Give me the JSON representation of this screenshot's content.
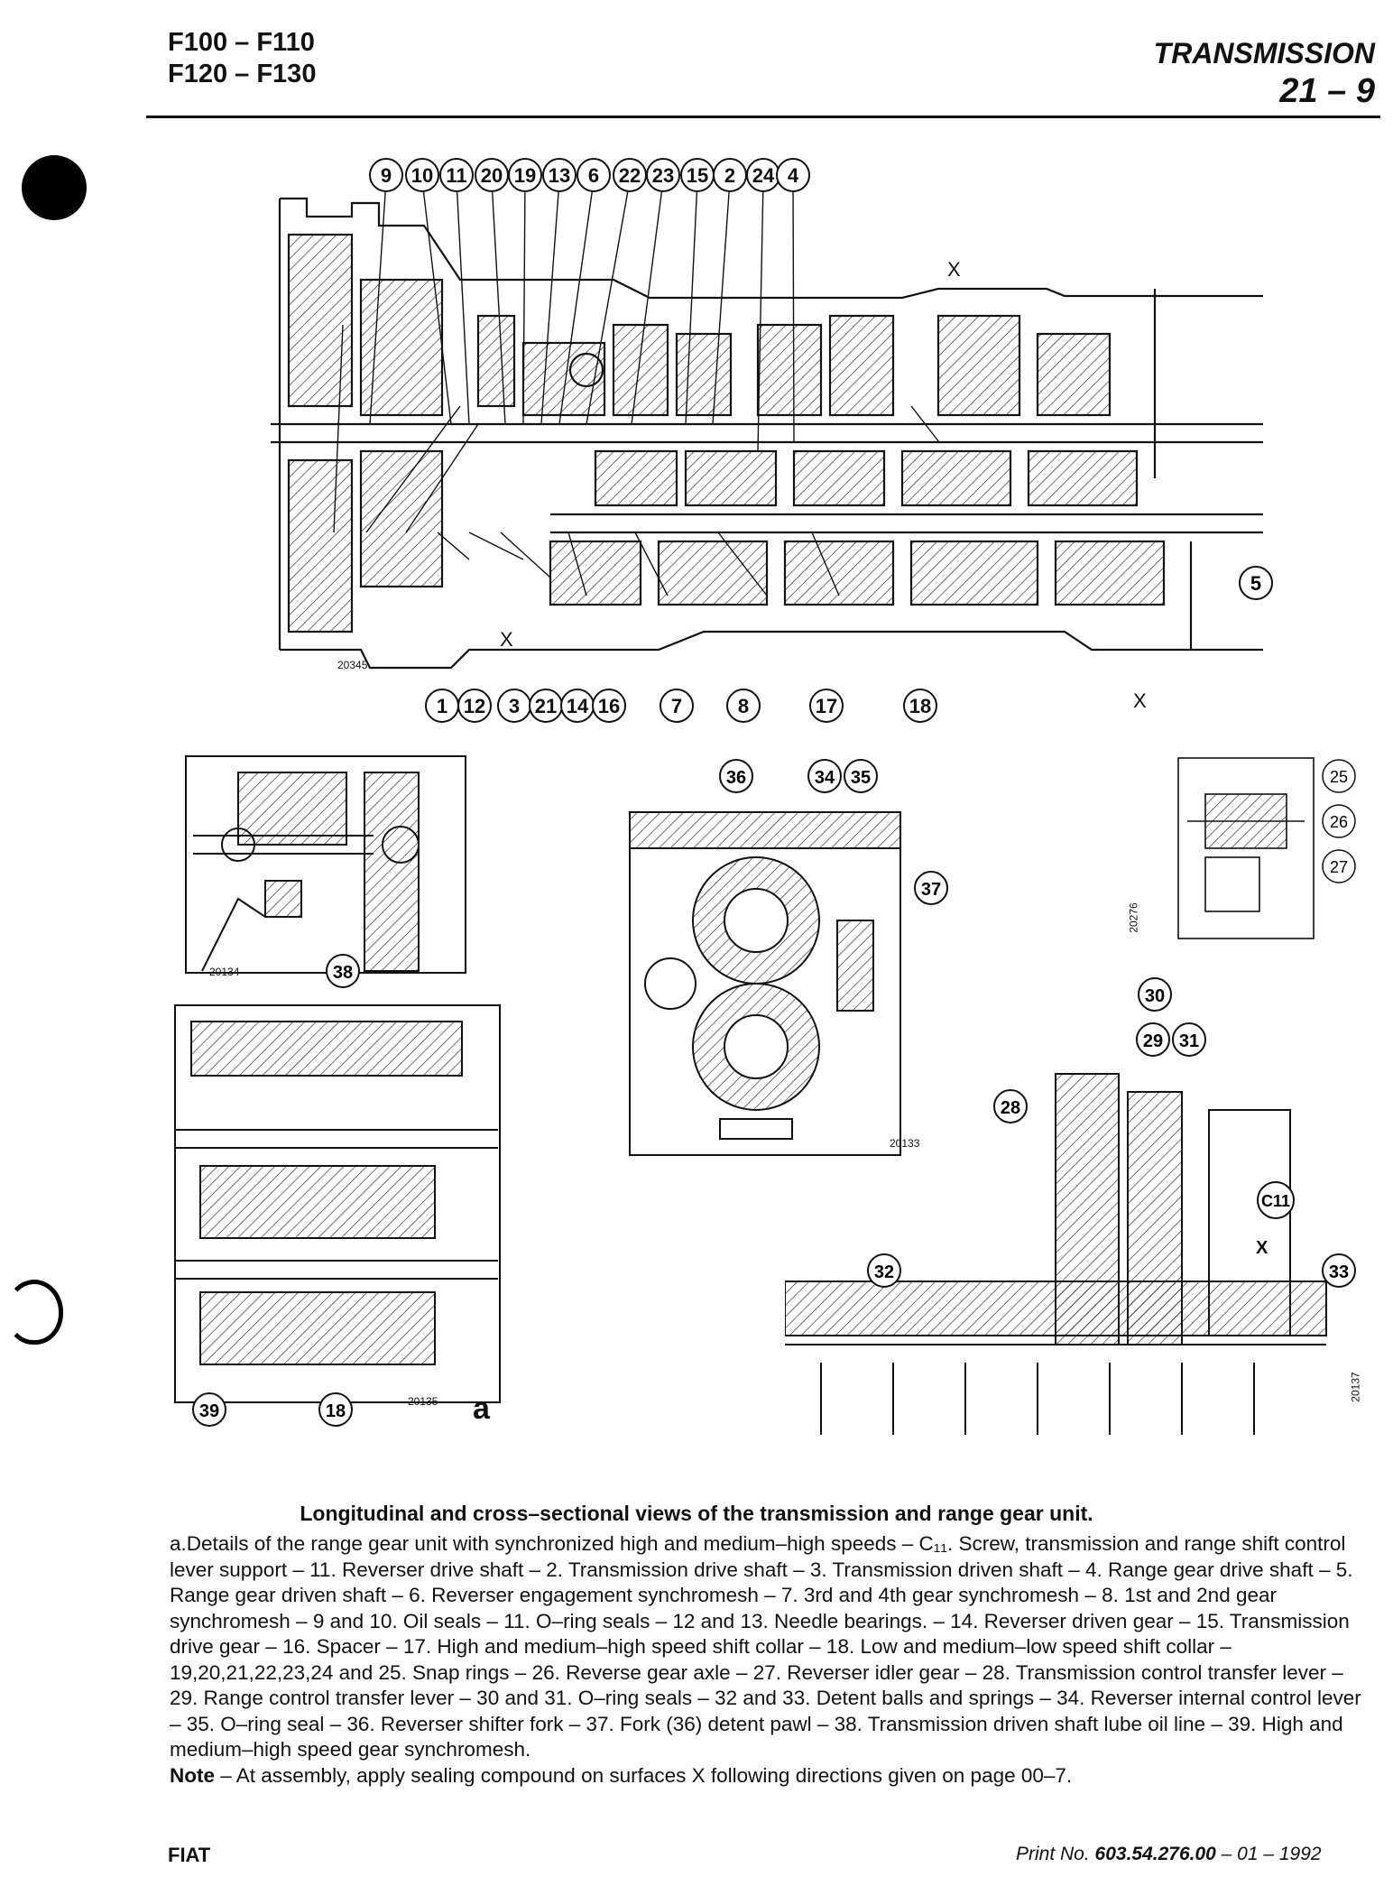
{
  "header": {
    "models_line1": "F100 – F110",
    "models_line2": "F120 – F130",
    "section": "TRANSMISSION",
    "page": "21 – 9"
  },
  "main_view": {
    "top_callouts": [
      "9",
      "10",
      "11",
      "20",
      "19",
      "13",
      "6",
      "22",
      "23",
      "15",
      "2",
      "24",
      "4"
    ],
    "bottom_callouts": [
      "1",
      "12",
      "3",
      "21",
      "14",
      "16",
      "7",
      "8",
      "17",
      "18"
    ],
    "side_callout": "5",
    "section_mark": "X",
    "figure_no": "20345"
  },
  "view_20134": {
    "figure_no": "20134",
    "callout": "38"
  },
  "view_20133": {
    "figure_no": "20133",
    "callouts": [
      "36",
      "34",
      "35",
      "37"
    ]
  },
  "view_20276": {
    "figure_no": "20276",
    "callouts": [
      "25",
      "26",
      "27"
    ]
  },
  "view_20135": {
    "figure_no": "20135",
    "callouts": [
      "39",
      "18"
    ],
    "detail_letter": "a"
  },
  "view_20137": {
    "figure_no": "20137",
    "callouts": [
      "30",
      "29",
      "31",
      "28",
      "C11",
      "32",
      "33"
    ],
    "section_mark": "X"
  },
  "caption": {
    "title": "Longitudinal and cross–sectional views of the transmission and range gear unit.",
    "body": "a.Details of the range gear unit with synchronized high and medium–high speeds – C₁₁. Screw, transmission and range shift control lever support – 11. Reverser drive shaft – 2. Transmission drive shaft – 3. Transmission driven shaft – 4. Range gear drive shaft – 5. Range gear driven shaft – 6. Reverser engagement synchromesh – 7. 3rd and 4th gear synchromesh – 8. 1st and 2nd gear synchromesh – 9 and 10. Oil seals – 11. O–ring seals – 12 and 13. Needle bearings. – 14. Reverser driven gear – 15. Transmission drive gear – 16. Spacer – 17. High and medium–high speed shift collar – 18. Low and medium–low speed shift collar – 19,20,21,22,23,24 and 25. Snap rings – 26. Reverse gear axle – 27. Reverser idler gear – 28. Transmission control transfer lever – 29. Range control transfer lever – 30 and 31. O–ring seals – 32 and 33. Detent balls and springs – 34. Reverser internal control lever – 35. O–ring seal – 36. Reverser shifter fork – 37. Fork (36) detent pawl – 38. Transmission driven shaft lube oil line – 39. High and medium–high speed gear synchromesh.",
    "note_label": "Note",
    "note_text": " – At assembly, apply sealing compound on surfaces X following directions given on page 00–7."
  },
  "footer": {
    "brand": "FIAT",
    "print_prefix": "Print No. ",
    "print_no": "603.54.276.00",
    "print_suffix": " – 01 – 1992"
  }
}
